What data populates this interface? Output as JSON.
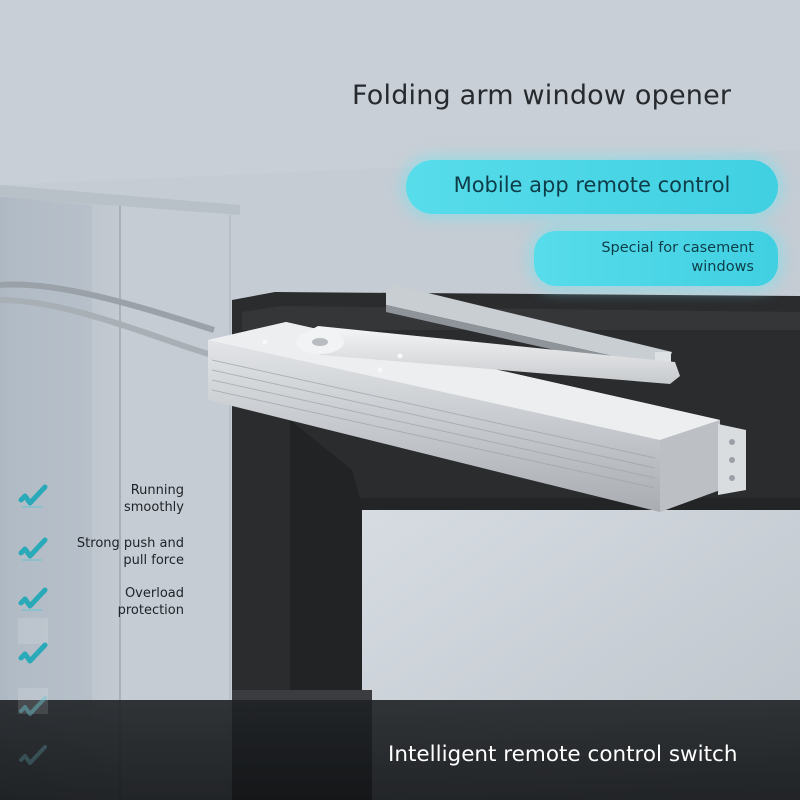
{
  "title": "Folding arm window opener",
  "badges": {
    "primary": "Mobile app remote control",
    "secondary": "Special for casement windows"
  },
  "features": [
    {
      "label": "Running\nsmoothly",
      "icon": "check-icon"
    },
    {
      "label": "Strong push and\npull force",
      "icon": "check-icon"
    },
    {
      "label": "Overload\nprotection",
      "icon": "check-icon"
    }
  ],
  "footer": {
    "caption": "Intelligent remote control switch"
  },
  "colors": {
    "accent": "#4fd6e6",
    "check": "#2aa9b8",
    "frame": "#2a2a2c",
    "wall": "#c5ccd4"
  }
}
